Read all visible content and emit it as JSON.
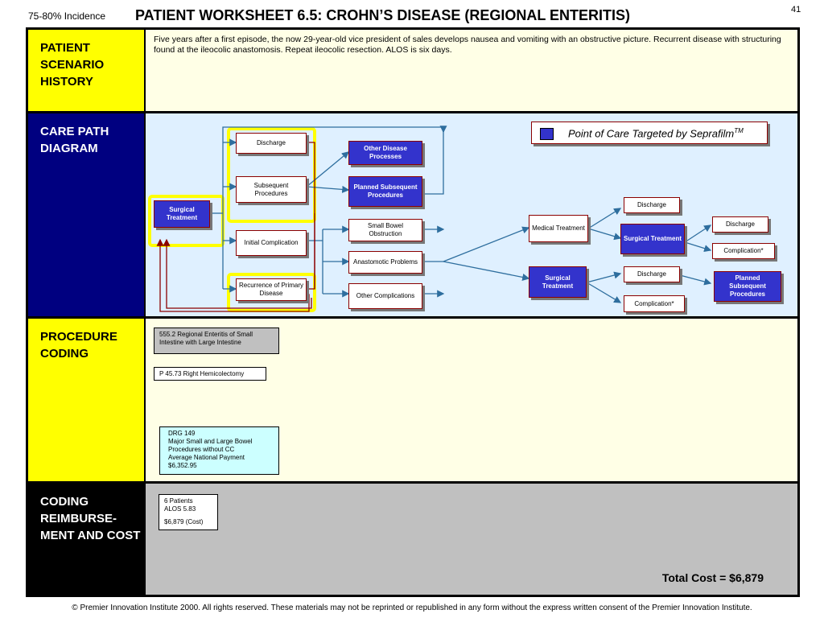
{
  "header": {
    "incidence": "75-80% Incidence",
    "title": "PATIENT WORKSHEET 6.5:  CROHN’S DISEASE (REGIONAL ENTERITIS)",
    "page_number": "41"
  },
  "sections": {
    "history": {
      "label": "PATIENT SCENARIO HISTORY",
      "text": "Five years after a first episode, the now  29-year-old vice president of sales develops nausea and vomiting with an obstructive picture.  Recurrent disease with structuring found at the ileocolic anastomosis.  Repeat ileocolic resection.  ALOS is six days."
    },
    "care_path": {
      "label": "CARE PATH DIAGRAM",
      "legend": {
        "text": "Point of Care Targeted by Seprafilm",
        "superscript": "TM"
      },
      "nodes": {
        "surgical_treatment_1": "Surgical Treatment",
        "discharge_1": "Discharge",
        "subsequent_procedures": "Subsequent Procedures",
        "initial_complication": "Initial Complication",
        "recurrence": "Recurrence of Primary Disease",
        "other_disease_processes": "Other Disease Processes",
        "planned_subsequent_1": "Planned Subsequent Procedures",
        "small_bowel_obstruction": "Small Bowel Obstruction",
        "anastomotic_problems": "Anastomotic Problems",
        "other_complications": "Other Complications",
        "medical_treatment": "Medical Treatment",
        "surgical_treatment_2": "Surgical Treatment",
        "surgical_treatment_3": "Surgical Treatment",
        "discharge_2": "Discharge",
        "discharge_3": "Discharge",
        "complication_1": "Complication*",
        "discharge_4": "Discharge",
        "complication_2": "Complication*",
        "planned_subsequent_2": "Planned Subsequent Procedures"
      }
    },
    "procedure_coding": {
      "label": "PROCEDURE CODING",
      "diagnosis": "555.2  Regional Enteritis of Small Intestine with Large Intestine",
      "procedure": "P  45.73  Right Hemicolectomy",
      "drg": [
        "DRG 149",
        "Major  Small and Large Bowel",
        "Procedures  without  CC",
        "Average  National Payment",
        "$6,352.95"
      ]
    },
    "reimbursement": {
      "label": "CODING REIMBURSE-MENT AND COST",
      "patients": "6 Patients",
      "alos": "ALOS 5.83",
      "cost": "$6,879    (Cost)",
      "total": "Total Cost = $6,879"
    }
  },
  "colors": {
    "highlight_yellow": "#ffff00",
    "navy": "#000080",
    "blue_box": "#3333cc",
    "care_path_bg": "#dff0ff",
    "cream_bg": "#ffffe6",
    "gray_bg": "#c0c0c0",
    "drg_bg": "#ccffff",
    "arrow_blue": "#2e6e9e",
    "arrow_red": "#8b0000"
  },
  "footer": "© Premier Innovation Institute 2000.  All rights reserved. These materials may not be reprinted or republished in any form without the express written consent of the Premier Innovation Institute."
}
